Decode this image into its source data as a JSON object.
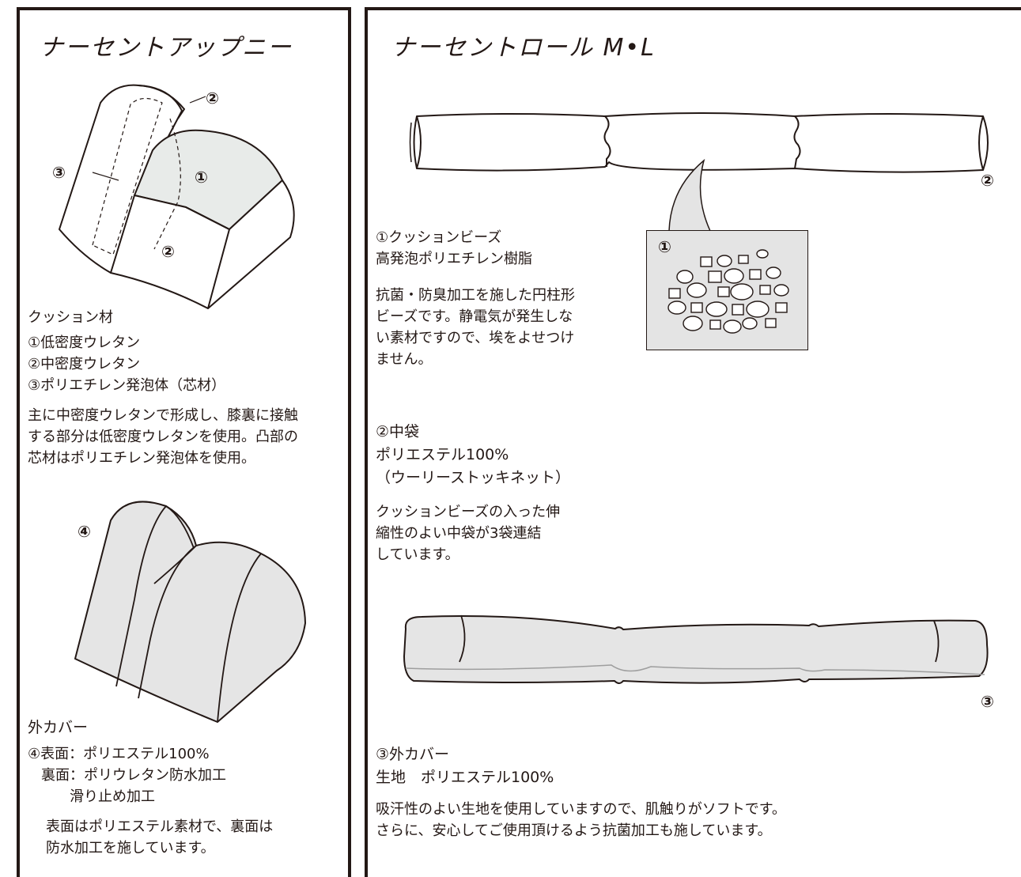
{
  "left": {
    "title": "ナーセントアップニー",
    "callouts": {
      "c1": "①",
      "c2a": "②",
      "c2b": "②",
      "c3": "③",
      "c4": "④"
    },
    "cushion_heading": "クッション材",
    "cushion_items": [
      "①低密度ウレタン",
      "②中密度ウレタン",
      "③ポリエチレン発泡体（芯材）"
    ],
    "cushion_desc": [
      "主に中密度ウレタンで形成し、膝裏に接触",
      "する部分は低密度ウレタンを使用。凸部の",
      "芯材はポリエチレン発泡体を使用。"
    ],
    "cover_heading": "外カバー",
    "cover_items": [
      "④表面：ポリエステル100%",
      "裏面：ポリウレタン防水加工",
      "滑り止め加工"
    ],
    "cover_desc": [
      "表面はポリエステル素材で、裏面は",
      "防水加工を施しています。"
    ]
  },
  "right": {
    "title": "ナーセントロール M•L",
    "callouts": {
      "roll_c2": "②",
      "beads_c1": "①",
      "cover_c3": "③"
    },
    "beads_title": [
      "①クッションビーズ",
      "高発泡ポリエチレン樹脂"
    ],
    "beads_desc": [
      "抗菌・防臭加工を施した円柱形",
      "ビーズです。静電気が発生しな",
      "い素材ですので、埃をよせつけ",
      "ません。"
    ],
    "bag_title": [
      "②中袋",
      "ポリエステル100%",
      "（ウーリーストッキネット）"
    ],
    "bag_desc": [
      "クッションビーズの入った伸",
      "縮性のよい中袋が3袋連結",
      "しています。"
    ],
    "cover_title": [
      "③外カバー",
      "生地　ポリエステル100%"
    ],
    "cover_desc": [
      "吸汗性のよい生地を使用していますので、肌触りがソフトです。",
      "さらに、安心してご使用頂けるよう抗菌加工も施しています。"
    ]
  },
  "colors": {
    "ink": "#231815",
    "fill_light": "#e8ebe9",
    "fill_gray": "#e5e5e5",
    "beads_box": "#e4e4e4"
  }
}
